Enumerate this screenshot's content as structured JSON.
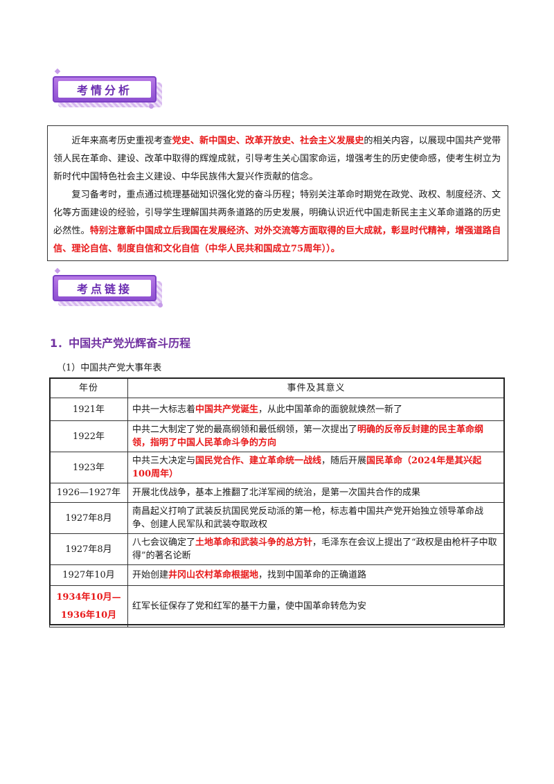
{
  "badges": {
    "analysis": "考情分析",
    "links": "考点链接"
  },
  "analysis": {
    "p1": [
      {
        "t": "近年来高考历史重视考查",
        "hl": false
      },
      {
        "t": "党史、新中国史、改革开放史、社会主义发展史",
        "hl": true
      },
      {
        "t": "的相关内容，以展现中国共产党带领人民在革命、建设、改革中取得的辉煌成就，引导考生关心国家命运，增强考生的历史使命感，使考生树立为新时代中国特色社会主义建设、中华民族伟大复兴作贡献的信念。",
        "hl": false
      }
    ],
    "p2": [
      {
        "t": "复习备考时，重点通过梳理基础知识强化党的奋斗历程；特别关注革命时期党在政党、政权、制度经济、文化等方面建设的经验，引导学生理解国共两条道路的历史发展，明确认识近代中国走新民主主义革命道路的历史必然性。",
        "hl": false
      },
      {
        "t": "特别注意新中国成立后我国在发展经济、对外交流等方面取得的巨大成就，彰显时代精神，增强道路自信、理论自信、制度自信和文化自信（中华人民共和国成立75周年））。",
        "hl": true
      }
    ]
  },
  "section": {
    "title": "1．中国共产党光辉奋斗历程",
    "subtitle": "（1）中国共产党大事年表"
  },
  "table": {
    "headers": [
      "年份",
      "事件及其意义"
    ],
    "rows": [
      {
        "year": "1921年",
        "red": false,
        "event": [
          {
            "t": "中共一大标志着",
            "hl": false
          },
          {
            "t": "中国共产党诞生",
            "hl": true
          },
          {
            "t": "，从此中国革命的面貌就焕然一新了",
            "hl": false
          }
        ]
      },
      {
        "year": "1922年",
        "red": false,
        "event": [
          {
            "t": "中共二大制定了党的最高纲领和最低纲领，第一次提出了",
            "hl": false
          },
          {
            "t": "明确的反帝反封建的民主革命纲领，指明了中国人民革命斗争的方向",
            "hl": true
          }
        ]
      },
      {
        "year": "1923年",
        "red": false,
        "event": [
          {
            "t": "中共三大决定与",
            "hl": false
          },
          {
            "t": "国民党合作、建立革命统一战线",
            "hl": true
          },
          {
            "t": "，随后开展",
            "hl": false
          },
          {
            "t": "国民革命（2024年是其兴起100周年）",
            "hl": true
          }
        ]
      },
      {
        "year": "1926—1927年",
        "red": false,
        "event": [
          {
            "t": "开展北伐战争，基本上推翻了北洋军阀的统治，是第一次国共合作的成果",
            "hl": false
          }
        ]
      },
      {
        "year": "1927年8月",
        "red": false,
        "event": [
          {
            "t": "南昌起义打响了武装反抗国民党反动派的第一枪，标志着中国共产党开始独立领导革命战争、创建人民军队和武装夺取政权",
            "hl": false
          }
        ]
      },
      {
        "year": "1927年8月",
        "red": false,
        "event": [
          {
            "t": "八七会议确定了",
            "hl": false
          },
          {
            "t": "土地革命和武装斗争的总方针",
            "hl": true
          },
          {
            "t": "，毛泽东在会议上提出了“政权是由枪杆子中取得”的著名论断",
            "hl": false
          }
        ]
      },
      {
        "year": "1927年10月",
        "red": false,
        "event": [
          {
            "t": "开始创建",
            "hl": false
          },
          {
            "t": "井冈山农村革命根据地",
            "hl": true
          },
          {
            "t": "，找到中国革命的正确道路",
            "hl": false
          }
        ]
      },
      {
        "year": "1934年10月—1936年10月",
        "red": true,
        "event": [
          {
            "t": "红军长征保存了党和红军的基干力量，使中国革命转危为安",
            "hl": false
          }
        ]
      }
    ]
  },
  "colors": {
    "accent": "#7030a0",
    "highlight": "#e8191a",
    "badge": "#8d4fd0"
  }
}
